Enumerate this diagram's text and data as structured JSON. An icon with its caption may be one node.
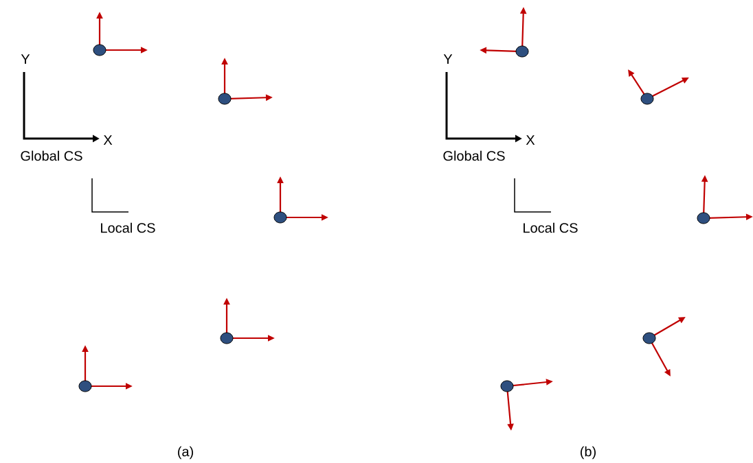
{
  "diagram": {
    "labels": [
      "Y",
      "X",
      "Global CS",
      "Local CS",
      "(a)",
      "Y",
      "X",
      "Global CS",
      "Local CS",
      "(b)"
    ]
  }
}
